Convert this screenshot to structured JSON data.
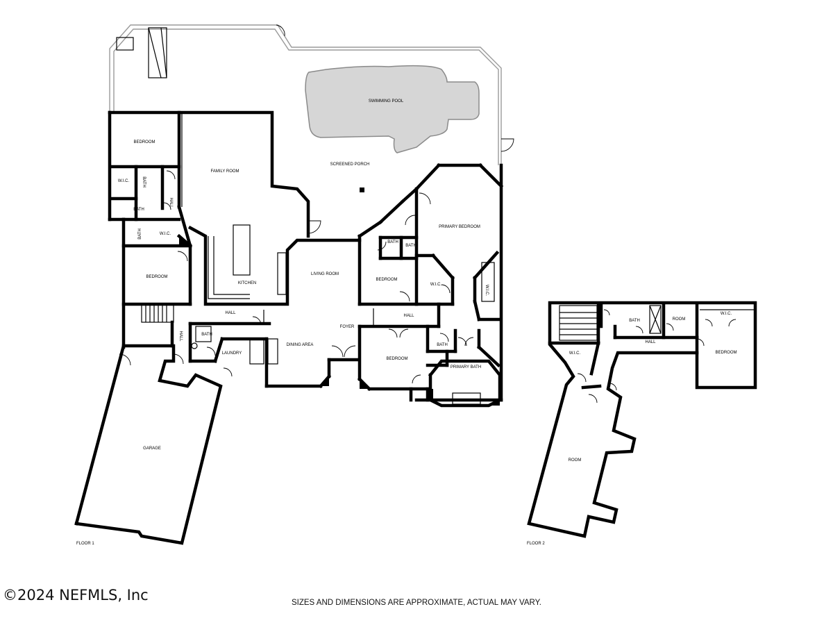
{
  "floor1": {
    "label": "FLOOR 1",
    "rooms": {
      "swimming_pool": "SWIMMING POOL",
      "screened_porch": "SCREENED PORCH",
      "bedroom_nw": "BEDROOM",
      "family_room": "FAMILY ROOM",
      "wic_nw": "W.I.C.",
      "bath_nw_a": "BATH",
      "hall_w": "HALL",
      "bath_nw_b": "BATH",
      "bath_w_v": "BATH",
      "wic_w": "W.I.C.",
      "bedroom_w": "BEDROOM",
      "kitchen": "KITCHEN",
      "living_room": "LIVING ROOM",
      "hall_center": "HALL",
      "hall_sw": "HALL",
      "bath_laundry": "BATH",
      "laundry": "LAUNDRY",
      "dining_area": "DINING AREA",
      "foyer": "FOYER",
      "garage": "GARAGE",
      "bath_ne_a": "BATH",
      "bath_ne_b": "BATH",
      "bedroom_center": "BEDROOM",
      "wic_primary": "W.I.C.",
      "primary_bedroom": "PRIMARY BEDROOM",
      "wic_primary_b": "W.I.C.",
      "hall_east": "HALL",
      "bedroom_south": "BEDROOM",
      "bath_south": "BATH",
      "primary_bath": "PRIMARY BATH"
    }
  },
  "floor2": {
    "label": "FLOOR 2",
    "rooms": {
      "bath": "BATH",
      "room_small": "ROOM",
      "wic_top": "W.I.C.",
      "hall": "HALL",
      "bedroom": "BEDROOM",
      "wic_left": "W.I.C.",
      "room_large": "ROOM"
    }
  },
  "copyright": "©2024 NEFMLS, Inc",
  "disclaimer": "SIZES AND DIMENSIONS ARE APPROXIMATE, ACTUAL MAY VARY."
}
